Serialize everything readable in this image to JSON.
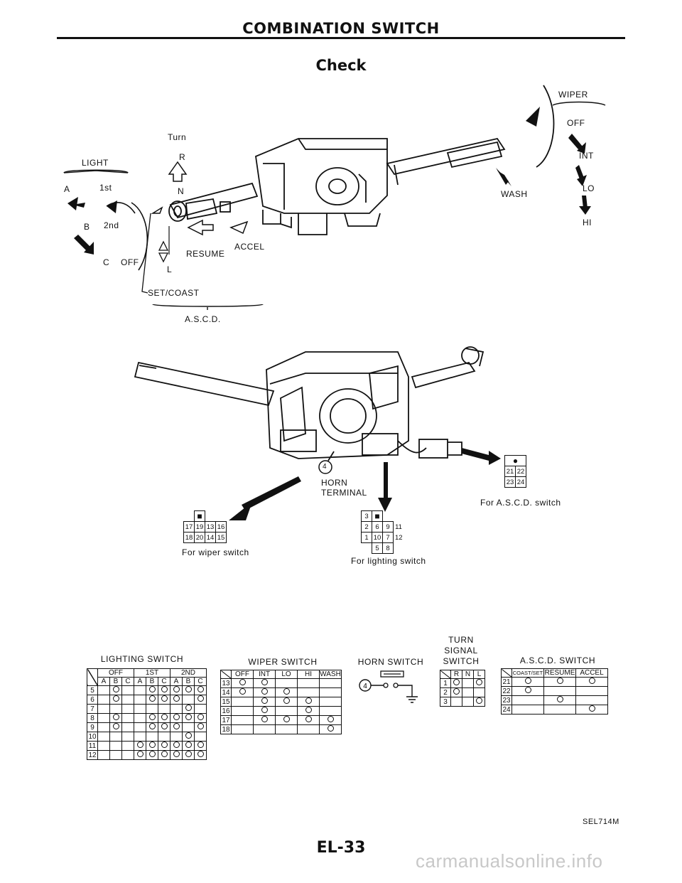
{
  "page": {
    "title": "COMBINATION SWITCH",
    "subtitle": "Check",
    "page_number": "EL-33",
    "figure_code": "SEL714M",
    "watermark": "carmanualsonline.info"
  },
  "diagram1": {
    "light_title": "LIGHT",
    "light_a": "A",
    "light_1st": "1st",
    "light_b": "B",
    "light_2nd": "2nd",
    "light_c": "C",
    "light_off": "OFF",
    "turn": "Turn",
    "r": "R",
    "n": "N",
    "l": "L",
    "resume": "RESUME",
    "accel": "ACCEL",
    "set_coast": "SET/COAST",
    "ascd": "A.S.C.D.",
    "wiper_title": "WIPER",
    "wiper_off": "OFF",
    "wiper_int": "INT",
    "wiper_lo": "LO",
    "wiper_hi": "HI",
    "wash": "WASH"
  },
  "diagram2": {
    "horn_num": "4",
    "horn_terminal_1": "HORN",
    "horn_terminal_2": "TERMINAL",
    "wiper_conn_label": "For wiper switch",
    "lighting_conn_label": "For lighting switch",
    "ascd_conn_label": "For A.S.C.D. switch",
    "wiper_conn_row1": [
      "17",
      "19",
      "13",
      "16"
    ],
    "wiper_conn_row2": [
      "18",
      "20",
      "14",
      "15"
    ],
    "ascd_conn_row1": [
      "21",
      "22"
    ],
    "ascd_conn_row2": [
      "23",
      "24"
    ],
    "lighting_conn": {
      "r0": [
        "3"
      ],
      "r1": [
        "2",
        "6",
        "9",
        "11"
      ],
      "r2": [
        "1",
        "10",
        "7",
        "12"
      ],
      "r3": [
        "5",
        "8"
      ]
    }
  },
  "tables": {
    "lighting": {
      "title": "LIGHTING SWITCH",
      "groups": [
        "OFF",
        "1ST",
        "2ND"
      ],
      "subheaders": [
        "A",
        "B",
        "C",
        "A",
        "B",
        "C",
        "A",
        "B",
        "C"
      ],
      "rows": [
        {
          "label": "5",
          "dots": [
            1,
            4,
            5,
            6,
            7,
            8
          ]
        },
        {
          "label": "6",
          "dots": [
            1,
            4,
            5,
            6,
            8
          ]
        },
        {
          "label": "7",
          "dots": [
            7
          ]
        },
        {
          "label": "8",
          "dots": [
            1,
            4,
            5,
            6,
            7,
            8
          ]
        },
        {
          "label": "9",
          "dots": [
            1,
            4,
            5,
            6,
            8
          ]
        },
        {
          "label": "10",
          "dots": [
            7
          ]
        },
        {
          "label": "11",
          "dots": [
            3,
            4,
            5,
            6,
            7,
            8
          ]
        },
        {
          "label": "12",
          "dots": [
            3,
            4,
            5,
            6,
            7,
            8
          ]
        }
      ]
    },
    "wiper": {
      "title": "WIPER SWITCH",
      "headers": [
        "OFF",
        "INT",
        "LO",
        "HI",
        "WASH"
      ],
      "rows": [
        {
          "label": "13",
          "dots": [
            0,
            1
          ]
        },
        {
          "label": "14",
          "dots": [
            0,
            1,
            2
          ]
        },
        {
          "label": "15",
          "dots": [
            1,
            2,
            3
          ]
        },
        {
          "label": "16",
          "dots": [
            1,
            3
          ]
        },
        {
          "label": "17",
          "dots": [
            1,
            2,
            3,
            4
          ]
        },
        {
          "label": "18",
          "dots": [
            4
          ]
        }
      ]
    },
    "horn": {
      "title": "HORN SWITCH",
      "terminal": "4"
    },
    "turn": {
      "title1": "TURN",
      "title2": "SIGNAL",
      "title3": "SWITCH",
      "headers": [
        "R",
        "N",
        "L"
      ],
      "rows": [
        {
          "label": "1",
          "dots": [
            0,
            2
          ]
        },
        {
          "label": "2",
          "dots": [
            0
          ]
        },
        {
          "label": "3",
          "dots": [
            2
          ]
        }
      ]
    },
    "ascd": {
      "title": "A.S.C.D. SWITCH",
      "headers": [
        "COAST/SET",
        "RESUME",
        "ACCEL"
      ],
      "rows": [
        {
          "label": "21",
          "dots": [
            0,
            1,
            2
          ]
        },
        {
          "label": "22",
          "dots": [
            0
          ]
        },
        {
          "label": "23",
          "dots": [
            1
          ]
        },
        {
          "label": "24",
          "dots": [
            2
          ]
        }
      ]
    }
  }
}
